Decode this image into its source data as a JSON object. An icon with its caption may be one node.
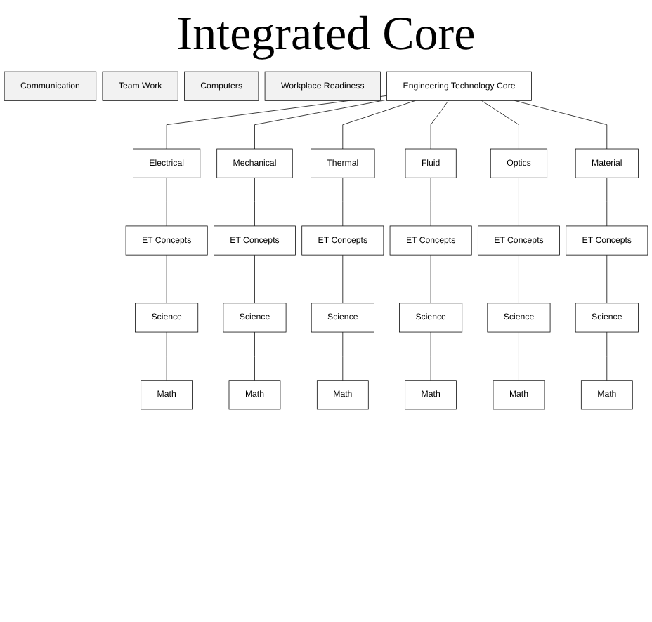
{
  "diagram": {
    "title": "Integrated Core",
    "nodes": [
      {
        "text": [
          "Engineering Technology Core"
        ]
      },
      {
        "text": [
          "Electrical"
        ]
      },
      {
        "text": [
          "Mechanical"
        ]
      },
      {
        "text": [
          "Thermal"
        ]
      },
      {
        "text": [
          "Fluid"
        ]
      },
      {
        "text": [
          "Optics"
        ]
      },
      {
        "text": [
          "Material"
        ]
      },
      {
        "text": [
          "Communication"
        ]
      },
      {
        "text": [
          "Team Work"
        ]
      },
      {
        "text": [
          "Computers"
        ]
      },
      {
        "text": [
          "Workplace Readiness"
        ]
      },
      {
        "text": [
          "ET Concepts"
        ]
      },
      {
        "text": [
          "Science"
        ]
      },
      {
        "text": [
          "Math"
        ]
      },
      {
        "text": [
          "ET Concepts"
        ]
      },
      {
        "text": [
          "Science"
        ]
      },
      {
        "text": [
          "Math"
        ]
      },
      {
        "text": [
          "ET Concepts"
        ]
      },
      {
        "text": [
          "Science"
        ]
      },
      {
        "text": [
          "Math"
        ]
      },
      {
        "text": [
          "ET Concepts"
        ]
      },
      {
        "text": [
          "Science"
        ]
      },
      {
        "text": [
          "Math"
        ]
      },
      {
        "text": [
          "ET Concepts"
        ]
      },
      {
        "text": [
          "Science"
        ]
      },
      {
        "text": [
          "Math"
        ]
      },
      {
        "text": [
          "ET Concepts"
        ]
      },
      {
        "text": [
          "Science"
        ]
      },
      {
        "text": [
          "Math"
        ]
      }
    ],
    "edges": [
      {
        "from": 0,
        "to": 1,
        "arrow": "none"
      },
      {
        "from": 0,
        "to": 2,
        "arrow": "none"
      },
      {
        "from": 0,
        "to": 3,
        "arrow": "none"
      },
      {
        "from": 0,
        "to": 4,
        "arrow": "none"
      },
      {
        "from": 0,
        "to": 5,
        "arrow": "none"
      },
      {
        "from": 0,
        "to": 6,
        "arrow": "none"
      },
      {
        "from": 1,
        "to": 11,
        "arrow": "none"
      },
      {
        "from": 11,
        "to": 12,
        "arrow": "none"
      },
      {
        "from": 12,
        "to": 13,
        "arrow": "none"
      },
      {
        "from": 2,
        "to": 14,
        "arrow": "none"
      },
      {
        "from": 14,
        "to": 15,
        "arrow": "none"
      },
      {
        "from": 15,
        "to": 16,
        "arrow": "none"
      },
      {
        "from": 3,
        "to": 17,
        "arrow": "none"
      },
      {
        "from": 17,
        "to": 18,
        "arrow": "none"
      },
      {
        "from": 18,
        "to": 19,
        "arrow": "none"
      },
      {
        "from": 4,
        "to": 20,
        "arrow": "none"
      },
      {
        "from": 20,
        "to": 21,
        "arrow": "none"
      },
      {
        "from": 21,
        "to": 22,
        "arrow": "none"
      },
      {
        "from": 5,
        "to": 23,
        "arrow": "none"
      },
      {
        "from": 23,
        "to": 24,
        "arrow": "none"
      },
      {
        "from": 24,
        "to": 25,
        "arrow": "none"
      },
      {
        "from": 6,
        "to": 26,
        "arrow": "none"
      },
      {
        "from": 26,
        "to": 27,
        "arrow": "none"
      },
      {
        "from": 27,
        "to": 28,
        "arrow": "none"
      }
    ]
  }
}
